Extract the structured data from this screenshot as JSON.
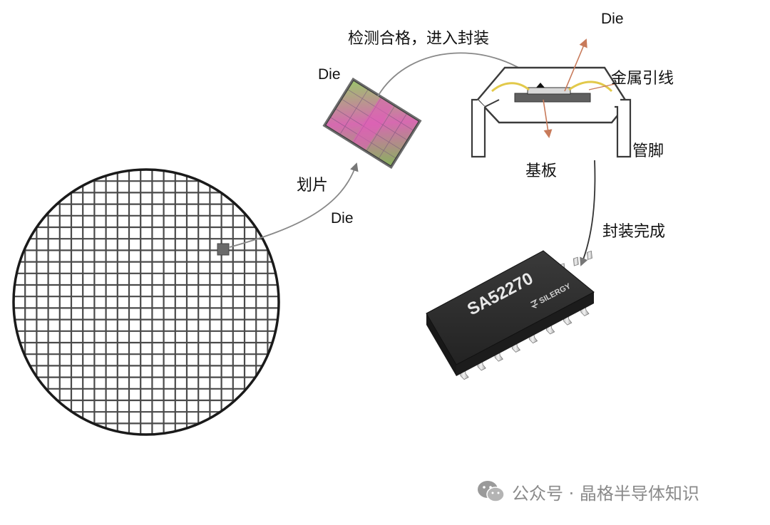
{
  "labels": {
    "die_top": "Die",
    "inspect": "检测合格，进入封装",
    "die_chip": "Die",
    "metal_wire": "金属引线",
    "pin": "管脚",
    "substrate": "基板",
    "dicing": "划片",
    "die_wafer": "Die",
    "package_done": "封装完成"
  },
  "chip": {
    "part_number": "SA52270",
    "brand": "SILERGY"
  },
  "watermark": {
    "text": "公众号 · 晶格半导体知识"
  },
  "colors": {
    "wafer_outline": "#1a1a1a",
    "grid": "#4a4a4a",
    "selected_die": "#666666",
    "arrow": "#888888",
    "die_arrow": "#c87a5a",
    "gold_wire": "#e2c94a",
    "package_body": "#2b2b2b",
    "die_magenta": "#d24fa6",
    "die_green": "#8fb865"
  }
}
